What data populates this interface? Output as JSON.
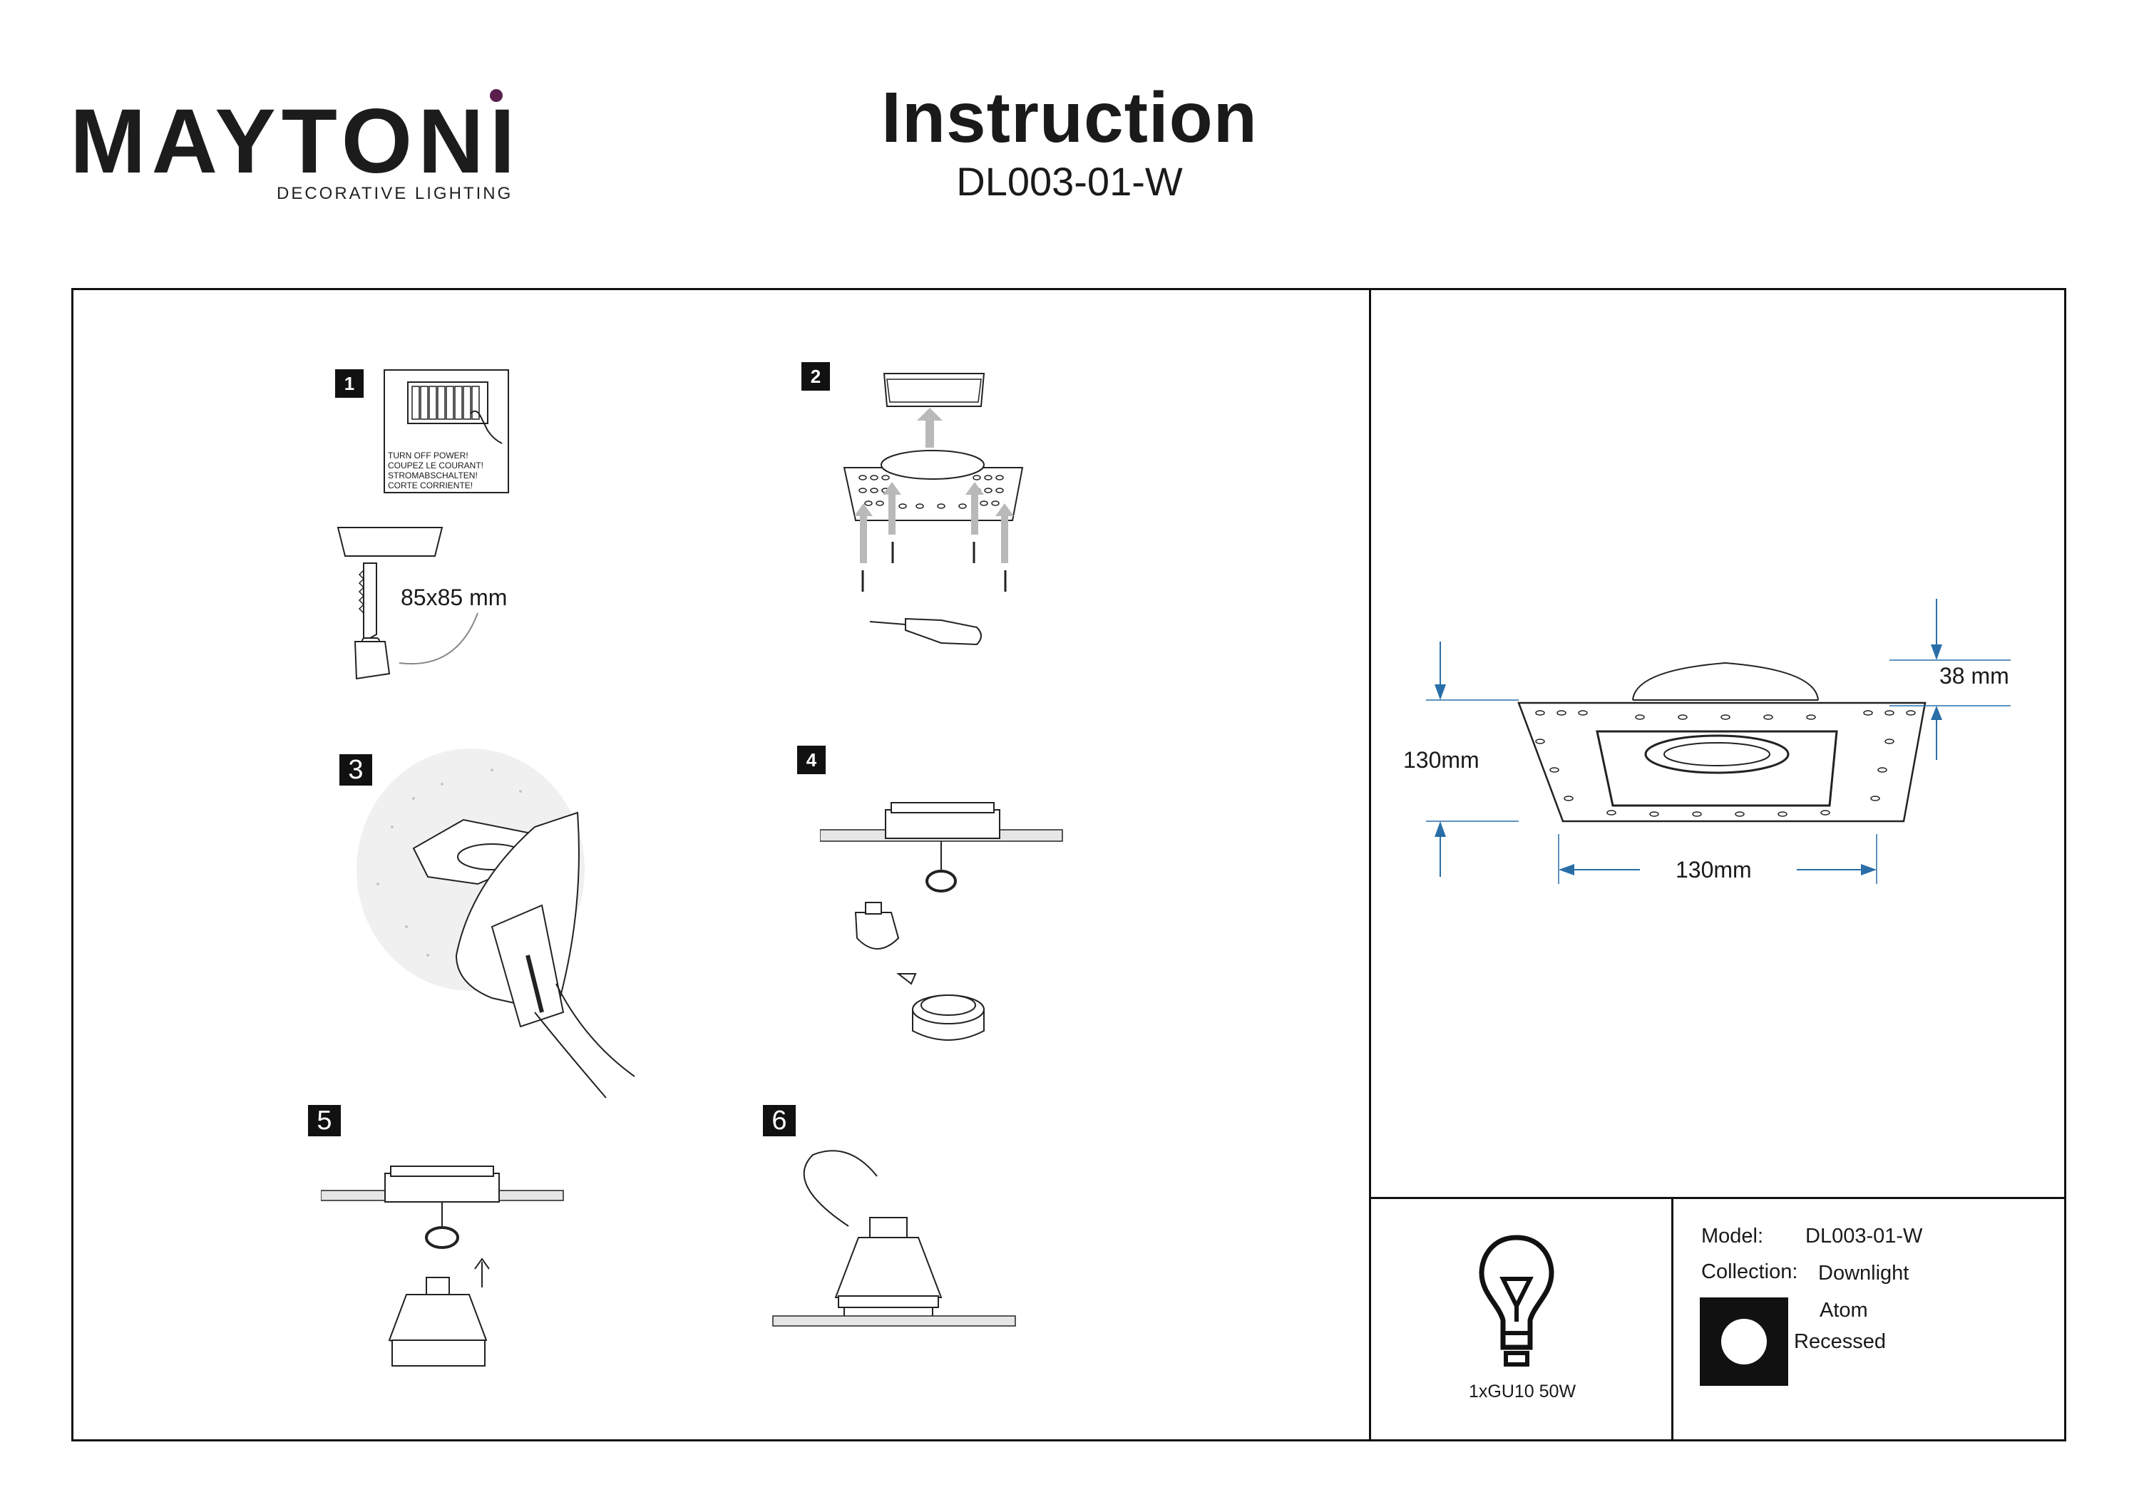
{
  "header": {
    "brand": "MAYTONI",
    "brand_sub": "DECORATIVE LIGHTING",
    "title": "Instruction",
    "model_code": "DL003-01-W"
  },
  "steps": {
    "s1": {
      "num": "1",
      "warning_lines": [
        "TURN OFF POWER!",
        "COUPEZ LE COURANT!",
        "STROMABSCHALTEN!",
        "CORTE CORRIENTE!"
      ],
      "cut_size": "85x85 mm"
    },
    "s2": {
      "num": "2"
    },
    "s3": {
      "num": "3"
    },
    "s4": {
      "num": "4"
    },
    "s5": {
      "num": "5"
    },
    "s6": {
      "num": "6"
    }
  },
  "dimensions": {
    "height": "38 mm",
    "depth": "130mm",
    "width": "130mm"
  },
  "spec": {
    "bulb": "1xGU10 50W"
  },
  "info": {
    "model_label": "Model:",
    "model_value": "DL003-01-W",
    "collection_label": "Collection:",
    "collection_value": "Downlight",
    "subtype": "Atom",
    "mounting": "Recessed"
  },
  "colors": {
    "accent": "#5b1f4e",
    "arrow": "#2a6ea8",
    "ink": "#111111",
    "arrow_gray": "#b9b9b9"
  }
}
